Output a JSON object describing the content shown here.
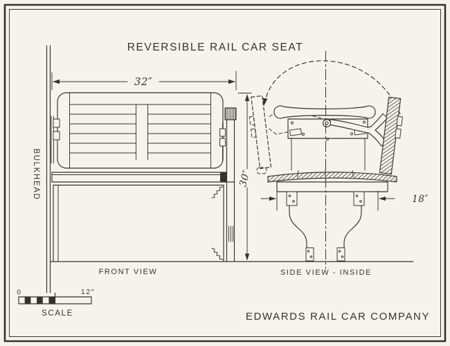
{
  "title": "REVERSIBLE RAIL CAR SEAT",
  "company": "EDWARDS RAIL CAR COMPANY",
  "bulkhead": "BULKHEAD",
  "front_view": {
    "label": "FRONT VIEW",
    "width": "32″",
    "height": "30″"
  },
  "side_view": {
    "label": "SIDE VIEW - INSIDE",
    "seat_depth": "18″"
  },
  "scale_bar": {
    "zero": "0",
    "max": "12″",
    "label": "SCALE"
  },
  "colors": {
    "ink": "#35322c",
    "paper": "#f6f3ec"
  }
}
